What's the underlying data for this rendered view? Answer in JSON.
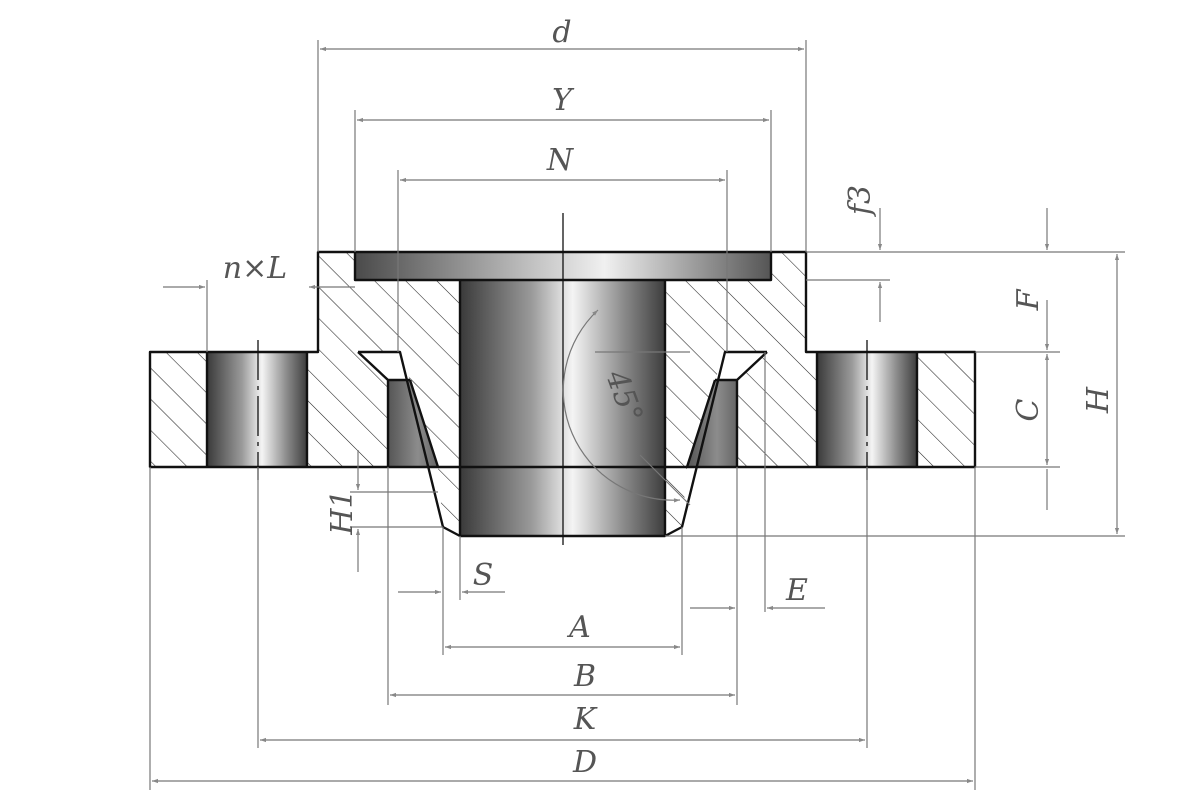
{
  "labels": {
    "d": "d",
    "Y": "Y",
    "N": "N",
    "nL": "n×L",
    "f3": "f3",
    "F": "F",
    "C": "C",
    "H": "H",
    "angle": "45°",
    "H1": "H1",
    "S": "S",
    "E": "E",
    "A": "A",
    "B": "B",
    "K": "K",
    "D": "D"
  }
}
